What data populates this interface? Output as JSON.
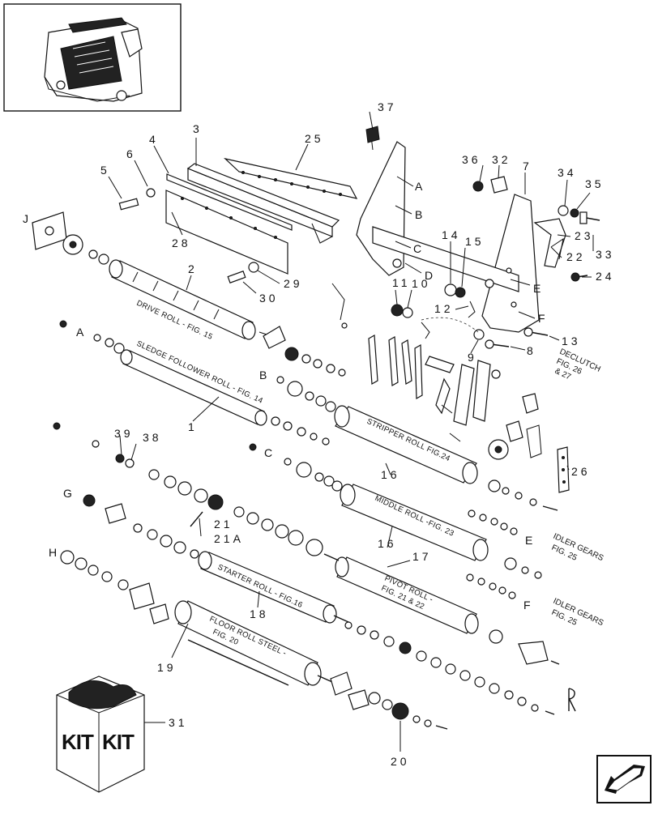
{
  "callouts": {
    "c37": "37",
    "c3": "3",
    "c25": "25",
    "c36": "36",
    "c32": "32",
    "c7": "7",
    "c34": "34",
    "c35": "35",
    "c6": "6",
    "c4": "4",
    "c5": "5",
    "c23": "23",
    "c33": "33",
    "c22": "22",
    "c14": "14",
    "c15": "15",
    "c28": "28",
    "c2": "2",
    "c29": "29",
    "c24": "24",
    "c11": "11",
    "c10": "10",
    "c30": "30",
    "c12": "12",
    "c13": "13",
    "c8": "8",
    "c9": "9",
    "c1": "1",
    "c39": "39",
    "c38": "38",
    "c16a": "16",
    "c16b": "16",
    "c26": "26",
    "c21": "21",
    "c21A": "21A",
    "c17": "17",
    "c18": "18",
    "c19": "19",
    "c31": "31",
    "c20": "20"
  },
  "letters": {
    "A1": "A",
    "B1": "B",
    "C1": "C",
    "D1": "D",
    "E1": "E",
    "F1": "F",
    "J": "J",
    "A2": "A",
    "B2": "B",
    "C2": "C",
    "G": "G",
    "H": "H",
    "E2": "E",
    "F2": "F"
  },
  "roll_labels": {
    "drive": "DRIVE ROLL - FIG. 15",
    "sledge": "SLEDGE FOLLOWER ROLL - FIG. 14",
    "stripper": "STRIPPER ROLL FIG.24",
    "middle": "MIDDLE ROLL -FIG. 23",
    "starter": "STARTER ROLL - FIG.16",
    "pivot1": "PIVOT ROLL -",
    "pivot2": "FIG. 21 & 22",
    "floor1": "FLOOR ROLL STEEL -",
    "floor2": "FIG. 20"
  },
  "side_labels": {
    "declutch1": "DECLUTCH",
    "declutch2": "FIG. 26",
    "declutch3": "& 27",
    "idler1a": "IDLER GEARS",
    "idler1b": "FIG. 25",
    "idler2a": "IDLER GEARS",
    "idler2b": "FIG. 25"
  },
  "kit": {
    "left": "KIT",
    "right": "KIT"
  },
  "icons": [
    "next-page-arrow-icon",
    "kit-box-icon",
    "baler-thumbnail-icon"
  ]
}
